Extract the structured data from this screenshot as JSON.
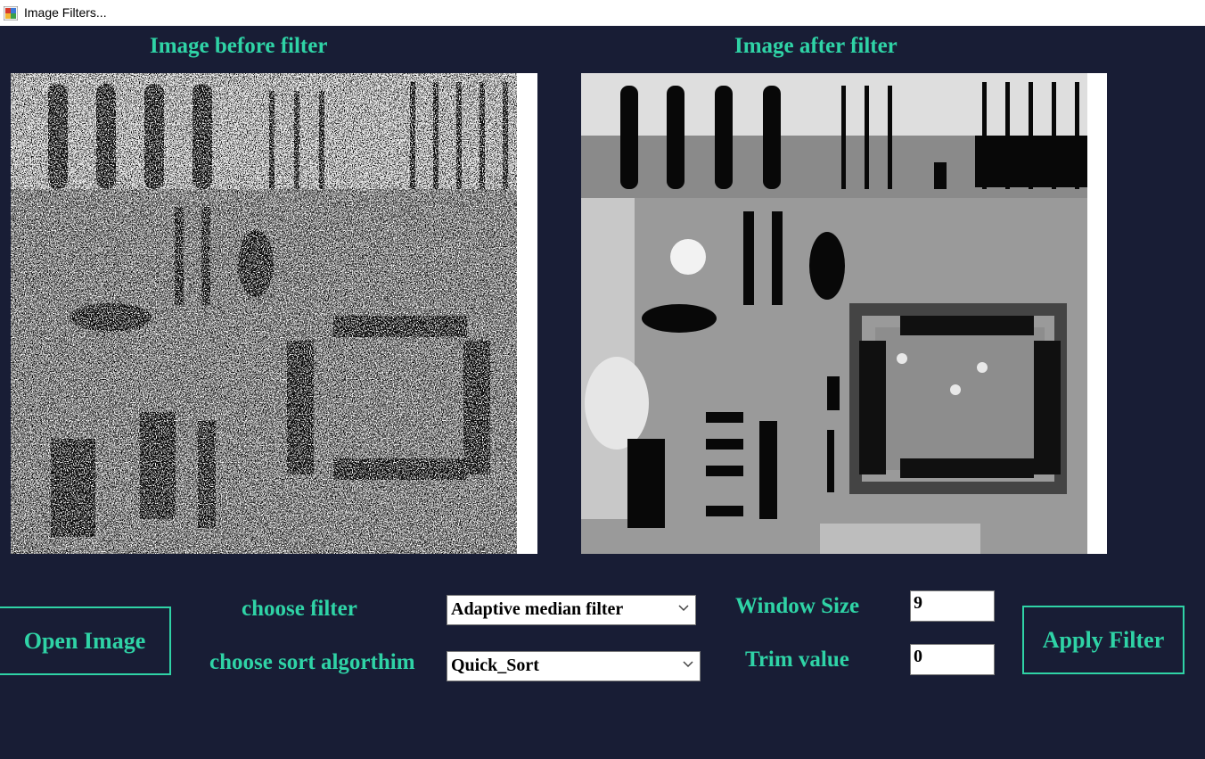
{
  "window": {
    "title": "Image Filters..."
  },
  "before": {
    "caption": "Image before filter"
  },
  "after": {
    "caption": "Image after filter"
  },
  "controls": {
    "open_image_label": "Open Image",
    "choose_filter_label": "choose filter",
    "choose_sort_label": "choose sort algorthim",
    "filter_selected": "Adaptive median filter",
    "sort_selected": "Quick_Sort",
    "window_size_label": "Window Size",
    "window_size_value": "9",
    "trim_value_label": "Trim value",
    "trim_value_value": "0",
    "apply_filter_label": "Apply Filter"
  },
  "colors": {
    "accent": "#2fd3a6",
    "background": "#181d35"
  },
  "icons": {
    "app": "app-icon",
    "dropdown": "chevron-down-icon"
  }
}
